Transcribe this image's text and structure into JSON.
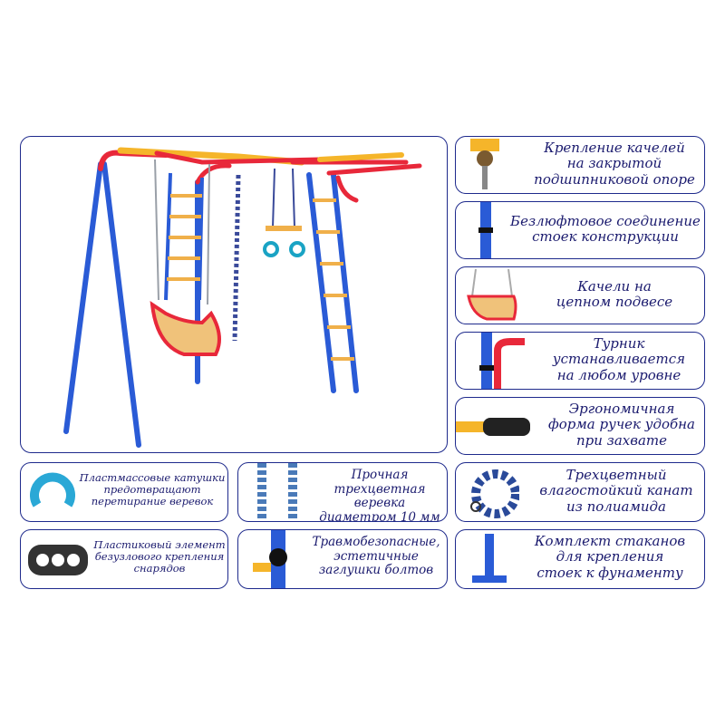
{
  "features": {
    "bearing_mount": [
      "Крепление качелей",
      "на закрытой",
      "подшипниковой опоре"
    ],
    "backlash_free": [
      "Безлюфтовое соединение",
      "стоек конструкции"
    ],
    "chain_swing": [
      "Качели на",
      "цепном подвесе"
    ],
    "pullup_bar": [
      "Турник",
      "устанавливается",
      "на любом уровне"
    ],
    "ergonomic_grips": [
      "Эргономичная",
      "форма ручек удобна",
      "при захвате"
    ],
    "plastic_reels": [
      "Пластмассовые катушки",
      "предотвращают",
      "перетирание веревок"
    ],
    "strong_rope": [
      "Прочная",
      "трехцветная веревка",
      "диаметром 10 мм"
    ],
    "polyamide_rope": [
      "Трехцветный",
      "влагостойкий канат",
      "из полиамида"
    ],
    "plastic_element": [
      "Пластиковый элемент",
      "безузлового крепления",
      "снарядов"
    ],
    "safe_caps": [
      "Травмобезопасные,",
      "эстетичные",
      "заглушки болтов"
    ],
    "foundation_kit": [
      "Комплект стаканов",
      "для крепления",
      "стоек к фунаменту"
    ]
  },
  "colors": {
    "border": "#1e2a8c",
    "text": "#1a1a6e",
    "frame_blue": "#2a5bd6",
    "frame_red": "#e8283a",
    "frame_yellow": "#f5b52a",
    "wood": "#f0b04a"
  }
}
